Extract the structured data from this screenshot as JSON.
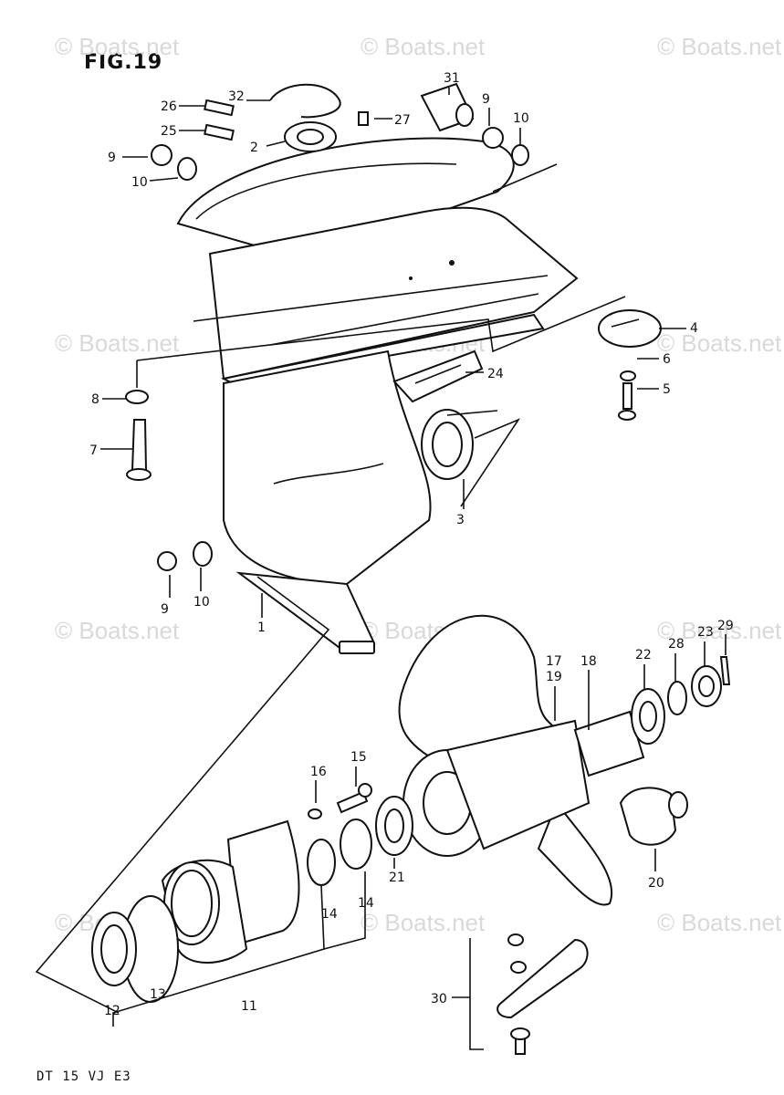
{
  "figure": {
    "title": "FIG.19",
    "footer": "DT 15 VJ E3",
    "watermark": "© Boats.net"
  },
  "callouts": [
    {
      "id": "c1",
      "label": "1"
    },
    {
      "id": "c2",
      "label": "2"
    },
    {
      "id": "c3",
      "label": "3"
    },
    {
      "id": "c4",
      "label": "4"
    },
    {
      "id": "c5",
      "label": "5"
    },
    {
      "id": "c6",
      "label": "6"
    },
    {
      "id": "c7",
      "label": "7"
    },
    {
      "id": "c8",
      "label": "8"
    },
    {
      "id": "c9a",
      "label": "9"
    },
    {
      "id": "c9b",
      "label": "9"
    },
    {
      "id": "c9c",
      "label": "9"
    },
    {
      "id": "c10a",
      "label": "10"
    },
    {
      "id": "c10b",
      "label": "10"
    },
    {
      "id": "c10c",
      "label": "10"
    },
    {
      "id": "c11",
      "label": "11"
    },
    {
      "id": "c12",
      "label": "12"
    },
    {
      "id": "c13",
      "label": "13"
    },
    {
      "id": "c14a",
      "label": "14"
    },
    {
      "id": "c14b",
      "label": "14"
    },
    {
      "id": "c15",
      "label": "15"
    },
    {
      "id": "c16",
      "label": "16"
    },
    {
      "id": "c17",
      "label": "17"
    },
    {
      "id": "c18",
      "label": "18"
    },
    {
      "id": "c19",
      "label": "19"
    },
    {
      "id": "c20",
      "label": "20"
    },
    {
      "id": "c21",
      "label": "21"
    },
    {
      "id": "c22",
      "label": "22"
    },
    {
      "id": "c23",
      "label": "23"
    },
    {
      "id": "c24",
      "label": "24"
    },
    {
      "id": "c25",
      "label": "25"
    },
    {
      "id": "c26",
      "label": "26"
    },
    {
      "id": "c27",
      "label": "27"
    },
    {
      "id": "c28",
      "label": "28"
    },
    {
      "id": "c29",
      "label": "29"
    },
    {
      "id": "c30",
      "label": "30"
    },
    {
      "id": "c31",
      "label": "31"
    },
    {
      "id": "c32",
      "label": "32"
    }
  ]
}
